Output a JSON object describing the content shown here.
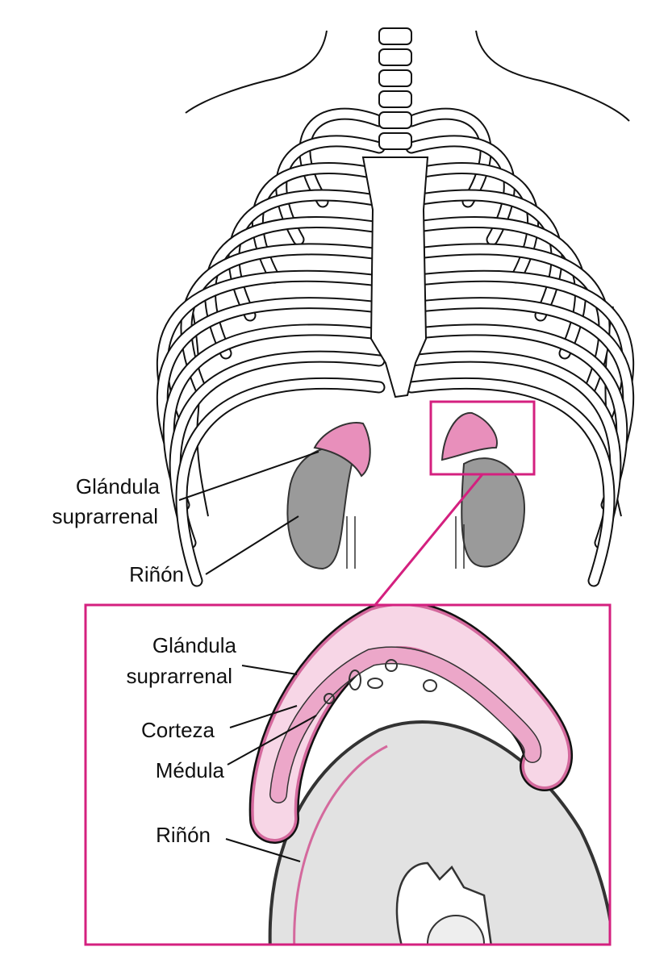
{
  "overview_labels": {
    "adrenal_line1": "Glándula",
    "adrenal_line2": "suprarrenal",
    "kidney": "Riñón"
  },
  "inset_labels": {
    "adrenal_line1": "Glándula",
    "adrenal_line2": "suprarrenal",
    "cortex": "Corteza",
    "medulla": "Médula",
    "kidney": "Riñón"
  },
  "colors": {
    "highlight": "#d4207f",
    "adrenal_pink": "#e88fbb",
    "cortex_pink": "#f7d6e6",
    "medulla_pink": "#eca7c9",
    "kidney_gray": "#9a9a9a",
    "kidney_inset_gray": "#e2e2e2"
  }
}
